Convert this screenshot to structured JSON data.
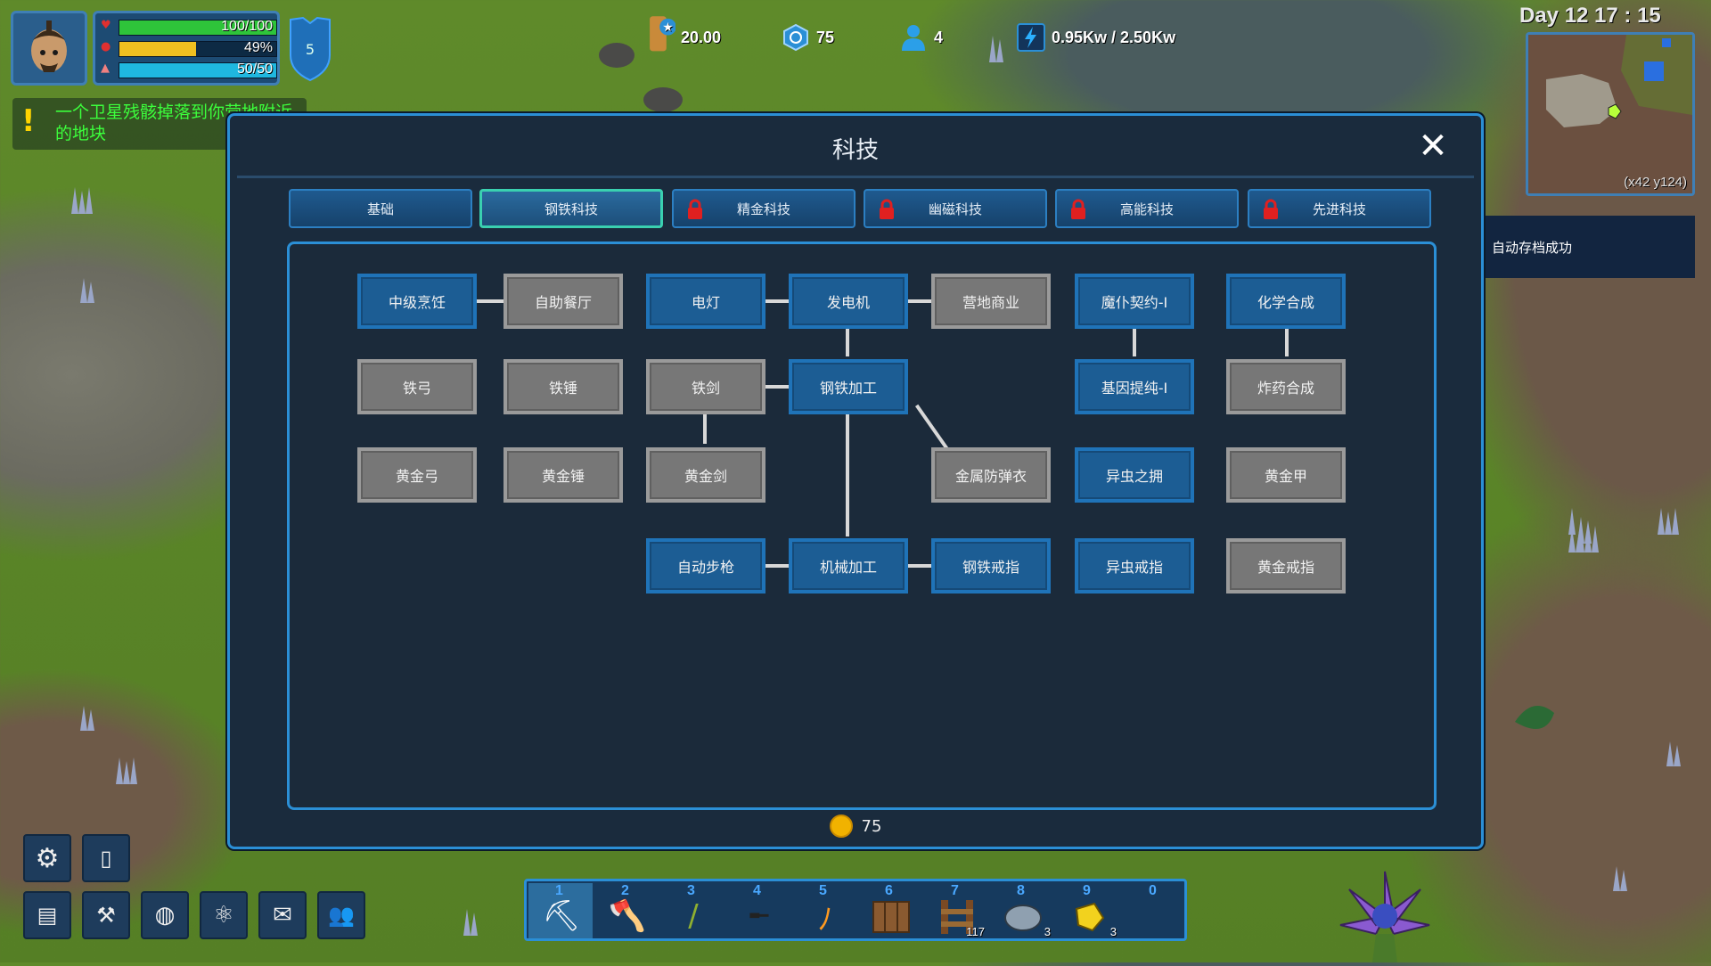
{
  "player": {
    "health": "100/100",
    "health_pct": 1.0,
    "hunger": "49%",
    "hunger_pct": 0.49,
    "stamina": "50/50",
    "stamina_pct": 1.0,
    "shield_level": "5"
  },
  "notification": {
    "text": "一个卫星残骸掉落到你营地附近的地块"
  },
  "resources": {
    "wood": "20.00",
    "gear": "75",
    "population": "4",
    "power": "0.95Kw / 2.50Kw"
  },
  "clock": {
    "day": "Day 12 17 : 15"
  },
  "minimap": {
    "coords": "(x42 y124)"
  },
  "toast": {
    "text": "自动存档成功"
  },
  "panel": {
    "title": "科技",
    "tabs": [
      {
        "label": "基础",
        "locked": false,
        "active": false
      },
      {
        "label": "钢铁科技",
        "locked": false,
        "active": true
      },
      {
        "label": "精金科技",
        "locked": true,
        "active": false
      },
      {
        "label": "幽磁科技",
        "locked": true,
        "active": false
      },
      {
        "label": "高能科技",
        "locked": true,
        "active": false
      },
      {
        "label": "先进科技",
        "locked": true,
        "active": false
      }
    ],
    "nodes": {
      "n1": "中级烹饪",
      "n2": "自助餐厅",
      "n3": "电灯",
      "n4": "发电机",
      "n5": "营地商业",
      "n6": "魔仆契约-I",
      "n7": "化学合成",
      "n8": "铁弓",
      "n9": "铁锤",
      "n10": "铁剑",
      "n11": "钢铁加工",
      "n12": "基因提纯-I",
      "n13": "炸药合成",
      "n14": "黄金弓",
      "n15": "黄金锤",
      "n16": "黄金剑",
      "n17": "金属防弹衣",
      "n18": "异虫之拥",
      "n19": "黄金甲",
      "n20": "自动步枪",
      "n21": "机械加工",
      "n22": "钢铁戒指",
      "n23": "异虫戒指",
      "n24": "黄金戒指"
    },
    "coins": "75"
  },
  "hotbar": {
    "slots": [
      {
        "num": "1",
        "count": ""
      },
      {
        "num": "2",
        "count": ""
      },
      {
        "num": "3",
        "count": ""
      },
      {
        "num": "4",
        "count": ""
      },
      {
        "num": "5",
        "count": ""
      },
      {
        "num": "6",
        "count": ""
      },
      {
        "num": "7",
        "count": "117"
      },
      {
        "num": "8",
        "count": "3"
      },
      {
        "num": "9",
        "count": "3"
      },
      {
        "num": "0",
        "count": ""
      }
    ]
  },
  "colors": {
    "panel_border": "#2b8fd6",
    "node_unlocked": "#1c5d94",
    "node_locked": "#777777",
    "health": "#2ec43a",
    "hunger": "#f0c020",
    "stamina": "#1fb8e0",
    "active_tab": "#3ad0b0"
  }
}
